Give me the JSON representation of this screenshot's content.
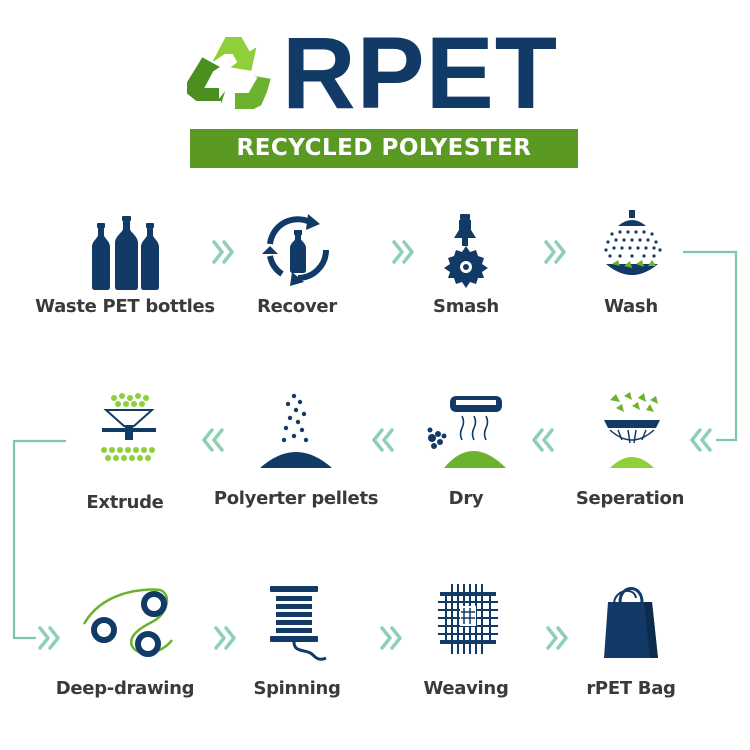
{
  "header": {
    "title": "RPET",
    "subtitle": "RECYCLED POLYESTER"
  },
  "steps": [
    {
      "label": "Waste PET bottles",
      "icon": "bottles-icon"
    },
    {
      "label": "Recover",
      "icon": "recover-cycle-icon"
    },
    {
      "label": "Smash",
      "icon": "smash-blade-icon"
    },
    {
      "label": "Wash",
      "icon": "shower-wash-icon"
    },
    {
      "label": "Seperation",
      "icon": "separation-sieve-icon"
    },
    {
      "label": "Dry",
      "icon": "dryer-icon"
    },
    {
      "label": "Polyerter pellets",
      "icon": "pellets-pile-icon"
    },
    {
      "label": "Extrude",
      "icon": "extruder-icon"
    },
    {
      "label": "Deep-drawing",
      "icon": "rollers-icon"
    },
    {
      "label": "Spinning",
      "icon": "spool-icon"
    },
    {
      "label": "Weaving",
      "icon": "loom-icon"
    },
    {
      "label": "rPET Bag",
      "icon": "bag-icon"
    }
  ],
  "colors": {
    "navy": "#123a66",
    "green": "#5a9a23",
    "light_green": "#8fcf3a",
    "arrow": "#8fd0b4",
    "connector": "#7cc9a7",
    "label": "#3a3a3a"
  }
}
